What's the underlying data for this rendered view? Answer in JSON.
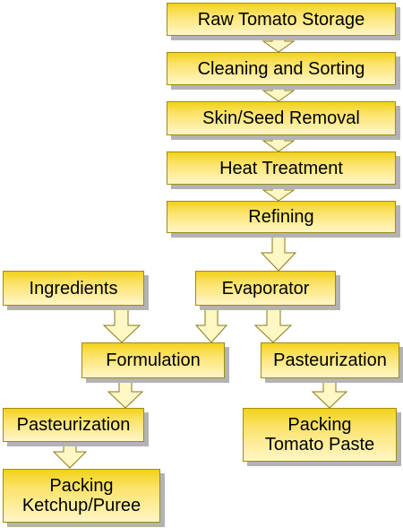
{
  "diagram": {
    "colors": {
      "box_top": "#f1d21a",
      "box_bottom": "#fff6c8",
      "border": "#a08a14",
      "shadow": "#b3b3b3",
      "arrow_fill": "#fff7c4",
      "arrow_stroke": "#8a7a1a"
    },
    "steps": {
      "raw_storage": "Raw Tomato Storage",
      "cleaning": "Cleaning and Sorting",
      "skin_seed": "Skin/Seed Removal",
      "heat": "Heat Treatment",
      "refining": "Refining",
      "ingredients": "Ingredients",
      "evaporator": "Evaporator",
      "formulation": "Formulation",
      "pasteurization_paste": "Pasteurization",
      "pasteurization_ketchup": "Pasteurization",
      "packing_paste": "Packing\nTomato Paste",
      "packing_ketchup": "Packing\nKetchup/Puree"
    }
  }
}
